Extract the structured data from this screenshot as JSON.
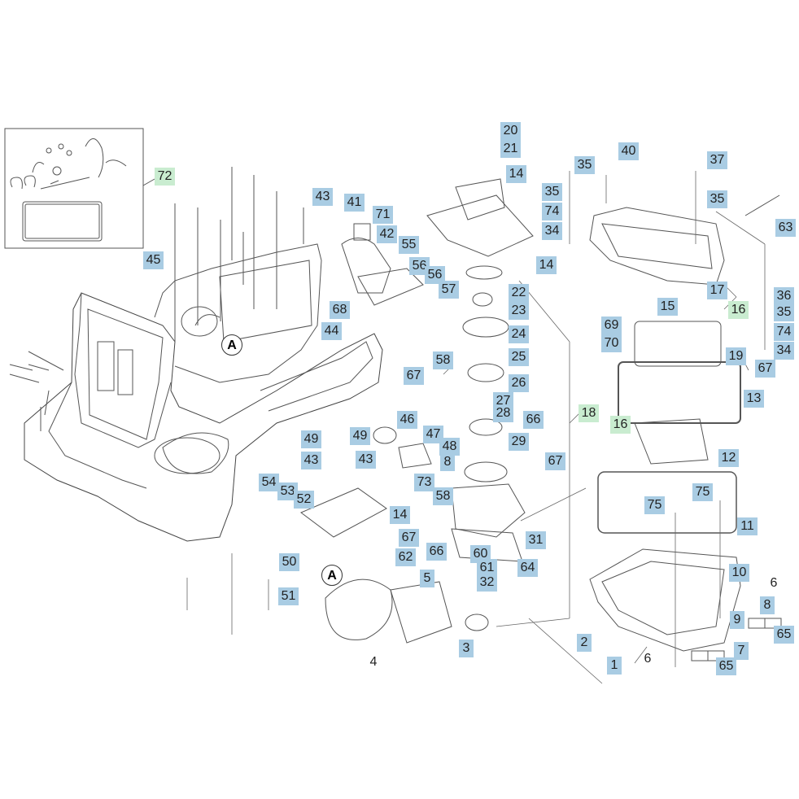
{
  "callouts": {
    "c72": "72",
    "c45": "45",
    "c43a": "43",
    "c41": "41",
    "c71": "71",
    "c42": "42",
    "c55": "55",
    "c56a": "56",
    "c56b": "56",
    "c57": "57",
    "c68": "68",
    "c44": "44",
    "c20": "20",
    "c21": "21",
    "c14a": "14",
    "c14b": "14",
    "c22": "22",
    "c23": "23",
    "c24": "24",
    "c25": "25",
    "c58a": "58",
    "c67a": "67",
    "c26": "26",
    "c27": "27",
    "c28": "28",
    "c66a": "66",
    "c29": "29",
    "c67b": "67",
    "c46": "46",
    "c47": "47",
    "c48": "48",
    "c8a": "8",
    "c73": "73",
    "c58b": "58",
    "c49a": "49",
    "c43b": "43",
    "c49b": "49",
    "c43c": "43",
    "c54": "54",
    "c53": "53",
    "c52": "52",
    "c14c": "14",
    "c50": "50",
    "c51": "51",
    "c62": "62",
    "c5": "5",
    "c4": "4",
    "c3": "3",
    "c67c": "67",
    "c66b": "66",
    "c60": "60",
    "c61": "61",
    "c32": "32",
    "c31": "31",
    "c64": "64",
    "c40": "40",
    "c37": "37",
    "c35a": "35",
    "c35b": "35",
    "c35c": "35",
    "c74a": "74",
    "c34a": "34",
    "c63": "63",
    "c17": "17",
    "c16a": "16",
    "c15": "15",
    "c36": "36",
    "c35d": "35",
    "c69": "69",
    "c70": "70",
    "c74b": "74",
    "c34b": "34",
    "c19": "19",
    "c67d": "67",
    "c13": "13",
    "c18": "18",
    "c16b": "16",
    "c12": "12",
    "c75a": "75",
    "c75b": "75",
    "c11": "11",
    "c10": "10",
    "c6a": "6",
    "c8b": "8",
    "c9": "9",
    "c65a": "65",
    "c7": "7",
    "c65b": "65",
    "c2": "2",
    "c1": "1",
    "c6b": "6"
  },
  "markers": {
    "a1": "A",
    "a2": "A"
  },
  "colors": {
    "callout": "#a9cce3",
    "callout_green": "#c9ecd0",
    "line": "#555555"
  }
}
